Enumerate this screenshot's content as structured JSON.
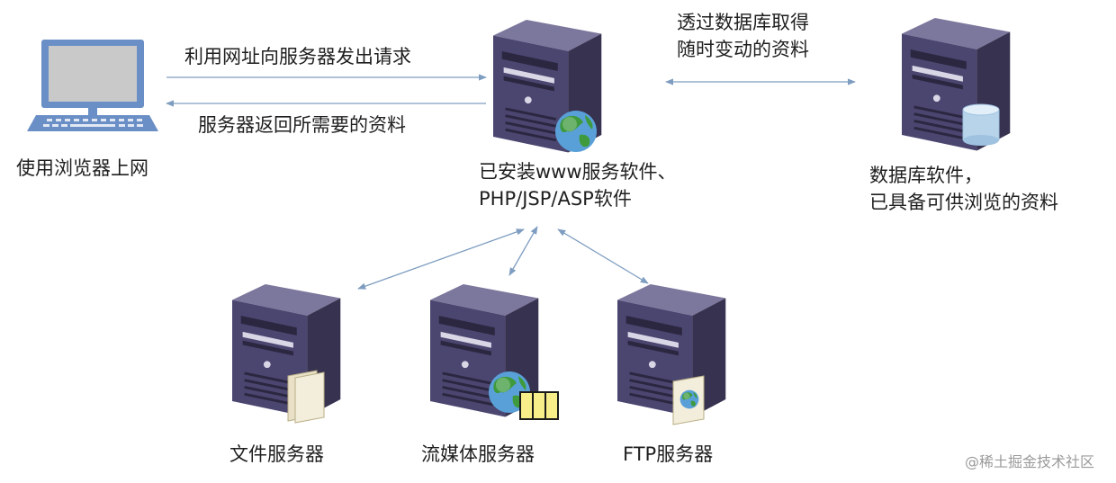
{
  "client": {
    "label": "使用浏览器上网"
  },
  "request_label": "利用网址向服务器发出请求",
  "response_label": "服务器返回所需要的资料",
  "web_server": {
    "label_line1": "已安装www服务软件、",
    "label_line2": "PHP/JSP/ASP软件"
  },
  "db_link": {
    "label_line1": "透过数据库取得",
    "label_line2": "随时变动的资料"
  },
  "db_server": {
    "label_line1": "数据库软件，",
    "label_line2": "已具备可供浏览的资料"
  },
  "file_server": {
    "label": "文件服务器"
  },
  "stream_server": {
    "label": "流媒体服务器"
  },
  "ftp_server": {
    "label": "FTP服务器"
  },
  "watermark": "@稀土掘金技术社区",
  "colors": {
    "server_front": "#4b4670",
    "server_side": "#37324f",
    "server_top": "#7c779c",
    "arrow": "#7e9dc0",
    "laptop": "#6a8fc6"
  },
  "icons": [
    "laptop-icon",
    "server-icon",
    "globe-icon",
    "database-icon",
    "folder-icon",
    "film-icon",
    "document-icon"
  ]
}
